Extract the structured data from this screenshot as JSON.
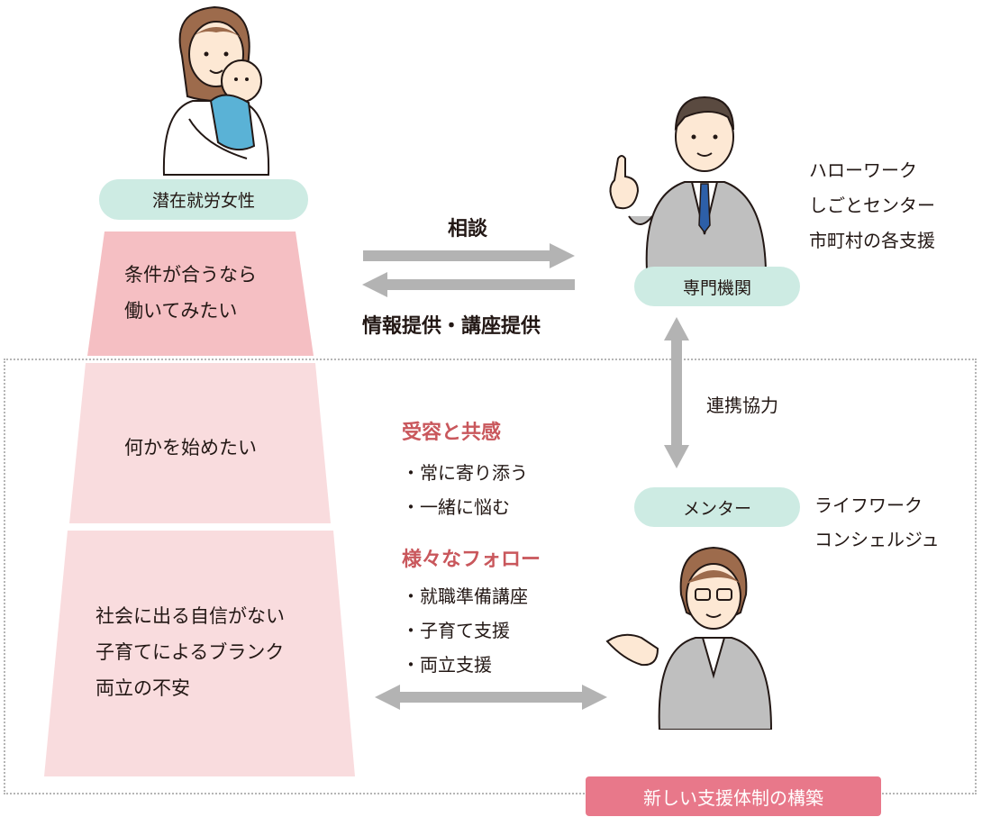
{
  "woman_label": "潜在就労女性",
  "pyramid": {
    "levels": [
      {
        "lines": [
          "条件が合うなら",
          "働いてみたい"
        ]
      },
      {
        "lines": [
          "何かを始めたい"
        ]
      },
      {
        "lines": [
          "社会に出る自信がない",
          "子育てによるブランク",
          "両立の不安"
        ]
      }
    ]
  },
  "arrows": {
    "consult": "相談",
    "info": "情報提供・講座提供",
    "cooperation": "連携協力"
  },
  "specialist": {
    "label": "専門機関",
    "list": [
      "ハローワーク",
      "しごとセンター",
      "市町村の各支援"
    ]
  },
  "mentor": {
    "label": "メンター",
    "list": [
      "ライフワーク",
      "コンシェルジュ"
    ]
  },
  "empathy": {
    "heading": "受容と共感",
    "items": [
      "常に寄り添う",
      "一緒に悩む"
    ]
  },
  "follow": {
    "heading": "様々なフォロー",
    "items": [
      "就職準備講座",
      "子育て支援",
      "両立支援"
    ]
  },
  "banner": "新しい支援体制の構築",
  "colors": {
    "pill": "#cdebe3",
    "level1": "#f5bfc3",
    "level2": "#f9dcde",
    "accent_red": "#c9575c",
    "banner": "#e8788a",
    "arrow": "#b3b3b3"
  }
}
